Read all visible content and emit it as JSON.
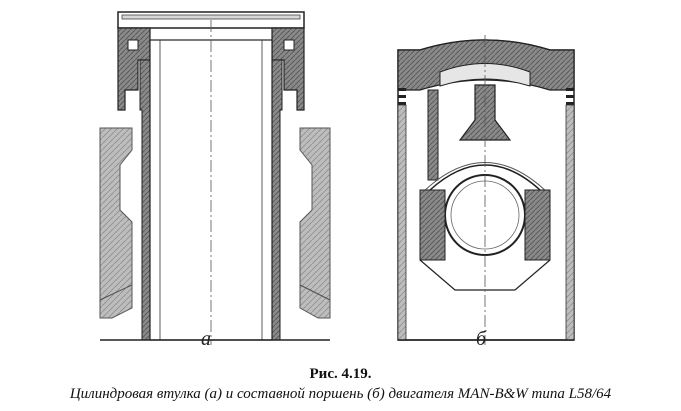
{
  "labels": {
    "a": "а",
    "b": "б"
  },
  "caption": {
    "number": "Рис. 4.19.",
    "text": "Цилиндровая втулка (а) и составной поршень (б) двигателя MAN-B&W типа L58/64"
  }
}
